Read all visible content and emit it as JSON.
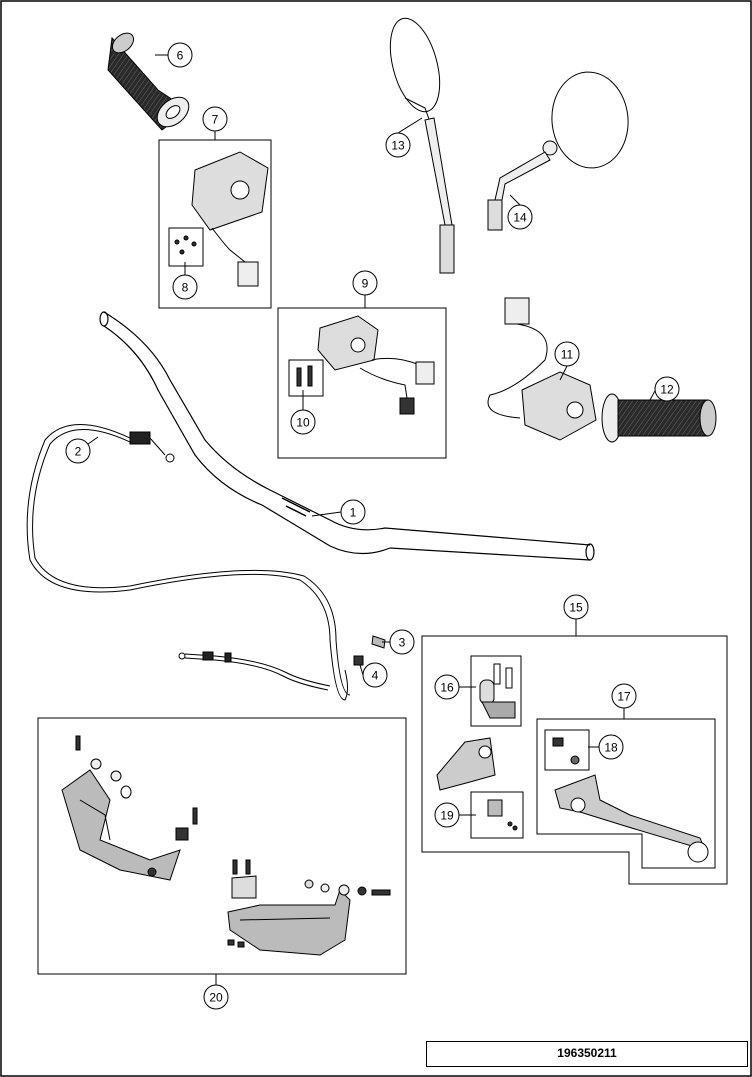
{
  "diagram": {
    "callouts": {
      "c1": "1",
      "c2": "2",
      "c3": "3",
      "c4": "4",
      "c6": "6",
      "c7": "7",
      "c8": "8",
      "c9": "9",
      "c10": "10",
      "c11": "11",
      "c12": "12",
      "c13": "13",
      "c14": "14",
      "c15": "15",
      "c16": "16",
      "c17": "17",
      "c18": "18",
      "c19": "19",
      "c20": "20"
    },
    "part_number": "196350211"
  }
}
